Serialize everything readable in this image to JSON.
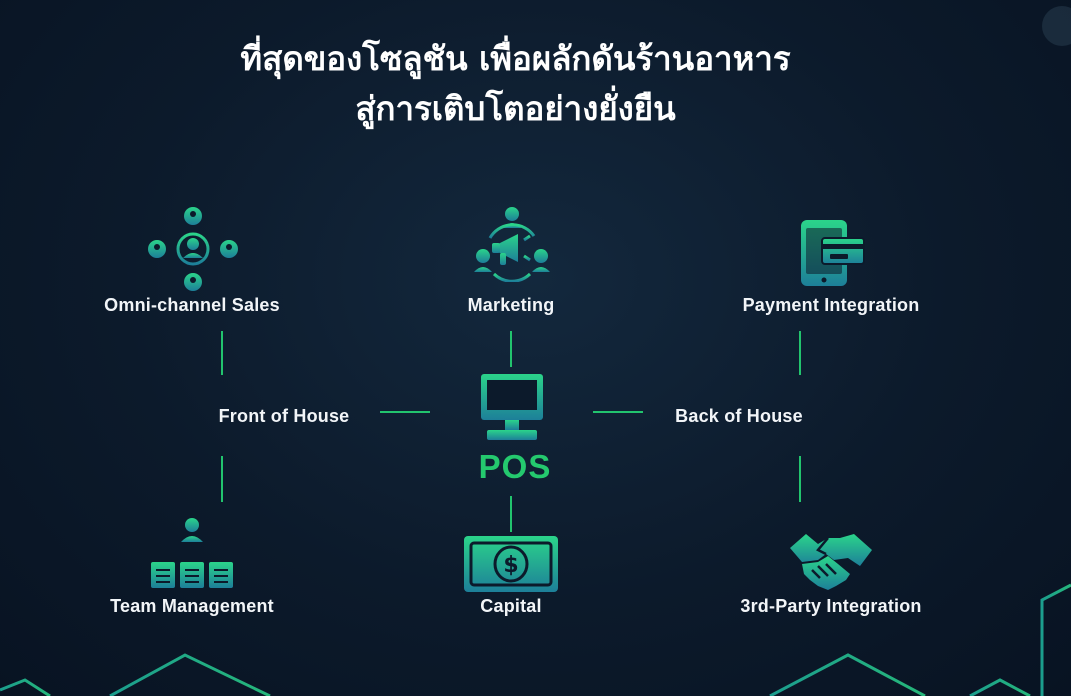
{
  "title": {
    "line1": "ที่สุดของโซลูชัน เพื่อผลักดันร้านอาหาร",
    "line2": "สู่การเติบโตอย่างยั่งยืน"
  },
  "center": {
    "label": "POS",
    "icon": "monitor-icon"
  },
  "nodes": {
    "omni": {
      "label": "Omni-channel Sales",
      "icon": "network-people-icon"
    },
    "marketing": {
      "label": "Marketing",
      "icon": "megaphone-people-icon"
    },
    "payment": {
      "label": "Payment Integration",
      "icon": "phone-card-icon"
    },
    "front": {
      "label": "Front of House"
    },
    "back": {
      "label": "Back of House"
    },
    "team": {
      "label": "Team Management",
      "icon": "org-chart-icon"
    },
    "capital": {
      "label": "Capital",
      "icon": "banknote-icon"
    },
    "thirdparty": {
      "label": "3rd-Party Integration",
      "icon": "handshake-icon"
    }
  },
  "colors": {
    "background": "#0c1a2b",
    "accent_green": "#24c96e",
    "accent_teal": "#1f8f9a",
    "text": "#ffffff"
  }
}
